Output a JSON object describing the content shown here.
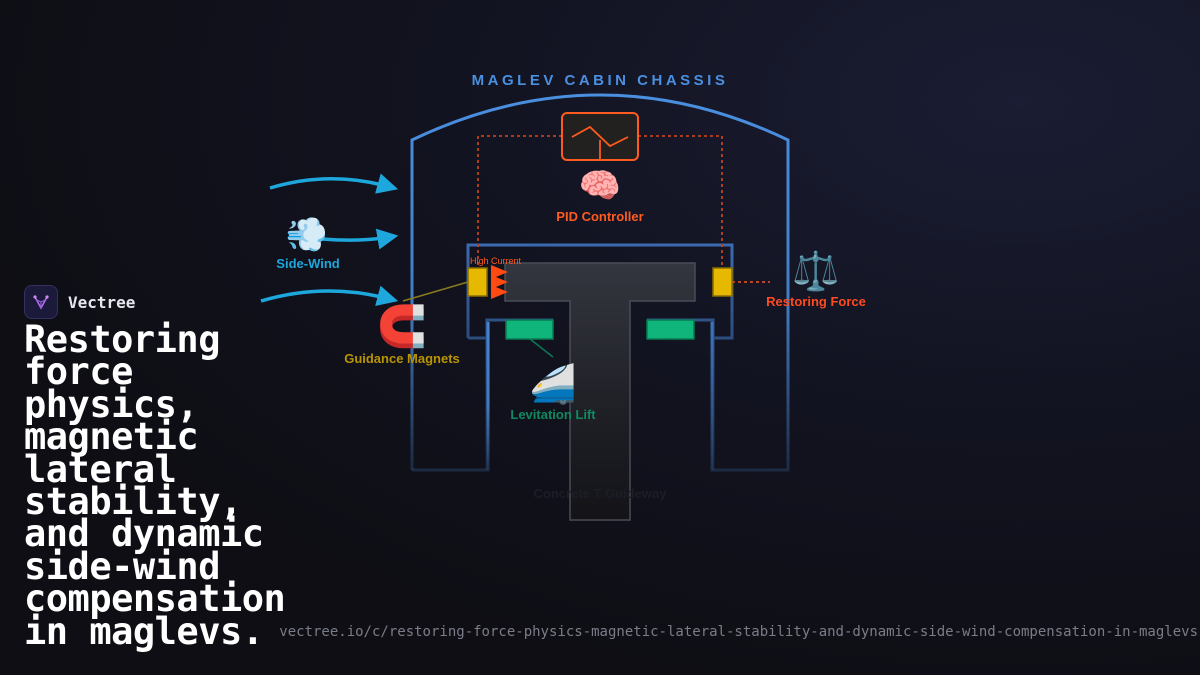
{
  "diagram": {
    "chassis_title": "MAGLEV CABIN CHASSIS",
    "pid_label": "PID Controller",
    "sidewind_label": "Side-Wind",
    "guidance_label": "Guidance Magnets",
    "high_current_label": "High Current",
    "restoring_label": "Restoring Force",
    "levitation_label": "Levitation Lift",
    "guideway_label": "Concrete T Guideway",
    "icons": {
      "brain": "🧠",
      "wind": "💨",
      "magnet": "🧲",
      "scales": "⚖️",
      "train": "🚄"
    },
    "colors": {
      "chassis": "#4a8fe0",
      "pid": "#ff5a1f",
      "wind": "#1ea7dc",
      "guidance": "#e6b800",
      "levitation": "#0fb57a"
    }
  },
  "brand": {
    "name": "Vectree"
  },
  "headline": "Restoring force physics, magnetic lateral stability, and dynamic side-wind compensation in maglevs.",
  "url": "vectree.io/c/restoring-force-physics-magnetic-lateral-stability-and-dynamic-side-wind-compensation-in-maglevs"
}
